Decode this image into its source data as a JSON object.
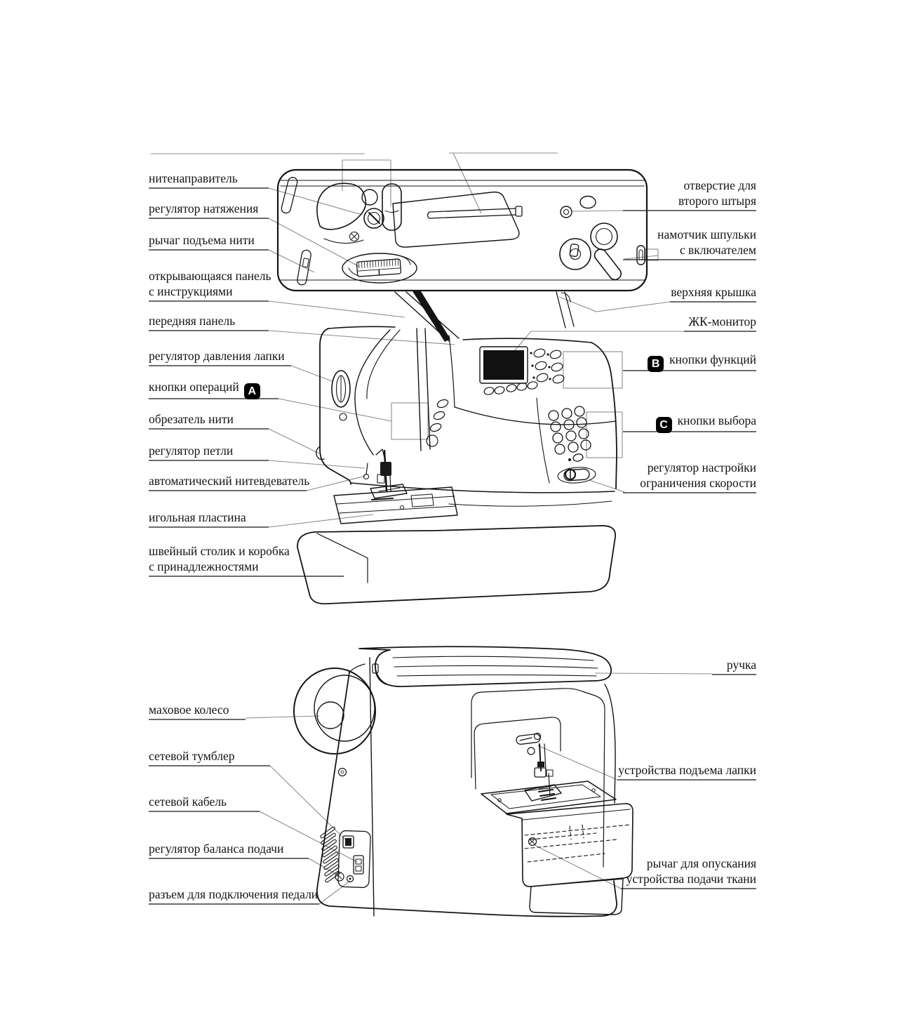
{
  "page": {
    "background": "#ffffff",
    "ink": "#141414",
    "leader_color": "#8c8c8c",
    "badge_bg": "#000000",
    "badge_fg": "#ffffff"
  },
  "figure_top": {
    "left_labels": [
      {
        "id": "thread-guide",
        "lines": [
          "нитенаправитель"
        ]
      },
      {
        "id": "tension-dial",
        "lines": [
          "регулятор натяжения"
        ]
      },
      {
        "id": "takeup-lever",
        "lines": [
          "рычаг подъема нити"
        ]
      },
      {
        "id": "instruction-panel",
        "lines": [
          "открывающаяся панель",
          "с инструкциями"
        ]
      },
      {
        "id": "front-panel",
        "lines": [
          "передняя панель"
        ]
      },
      {
        "id": "foot-pressure-dial",
        "lines": [
          "регулятор давления лапки"
        ]
      },
      {
        "id": "operation-buttons",
        "lines": [
          "кнопки операций"
        ],
        "badge": "A"
      },
      {
        "id": "thread-cutter",
        "lines": [
          "обрезатель нити"
        ]
      },
      {
        "id": "buttonhole-dial",
        "lines": [
          "регулятор петли"
        ]
      },
      {
        "id": "needle-threader",
        "lines": [
          "автоматический нитевдеватель"
        ]
      },
      {
        "id": "needle-plate",
        "lines": [
          "игольная пластина"
        ]
      },
      {
        "id": "sewing-table",
        "lines": [
          "швейный столик и коробка",
          "с принадлежностями"
        ]
      }
    ],
    "right_labels": [
      {
        "id": "second-pin-hole",
        "lines": [
          "отверстие для",
          "второго штыря"
        ]
      },
      {
        "id": "bobbin-winder",
        "lines": [
          "намотчик шпульки",
          "с включателем"
        ]
      },
      {
        "id": "top-cover",
        "lines": [
          "верхняя крышка"
        ]
      },
      {
        "id": "lcd-monitor",
        "lines": [
          "ЖК-монитор"
        ]
      },
      {
        "id": "function-buttons",
        "lines": [
          "кнопки функций"
        ],
        "badge": "B"
      },
      {
        "id": "selection-buttons",
        "lines": [
          "кнопки выбора"
        ],
        "badge": "C"
      },
      {
        "id": "speed-limiter",
        "lines": [
          "регулятор настройки",
          "ограничения скорости"
        ]
      }
    ]
  },
  "figure_bottom": {
    "left_labels": [
      {
        "id": "handwheel",
        "lines": [
          "маховое колесо"
        ]
      },
      {
        "id": "power-switch",
        "lines": [
          "сетевой тумблер"
        ]
      },
      {
        "id": "power-cable",
        "lines": [
          "сетевой кабель"
        ]
      },
      {
        "id": "feed-balance-dial",
        "lines": [
          "регулятор баланса подачи"
        ]
      },
      {
        "id": "pedal-connector",
        "lines": [
          "разъем для подключения педали"
        ]
      }
    ],
    "right_labels": [
      {
        "id": "carry-handle",
        "lines": [
          "ручка"
        ]
      },
      {
        "id": "presser-foot-lifter",
        "lines": [
          "устройства подъема лапки"
        ]
      },
      {
        "id": "feed-dog-lever",
        "lines": [
          "рычаг для опускания",
          "устройства подачи ткани"
        ]
      }
    ]
  }
}
